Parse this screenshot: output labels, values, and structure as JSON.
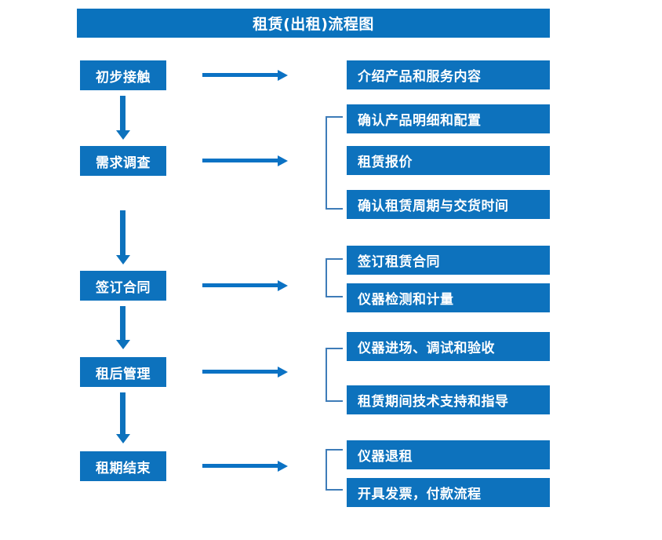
{
  "diagram": {
    "title": "租赁(出租)流程图",
    "theme": {
      "box_fill": "#0d72bd",
      "text_color": "#ffffff",
      "arrow_color": "#0b72c4",
      "bracket_color": "#3e7cb8",
      "background": "#ffffff"
    },
    "stages": [
      {
        "label": "初步接触"
      },
      {
        "label": "需求调查"
      },
      {
        "label": "签订合同"
      },
      {
        "label": "租后管理"
      },
      {
        "label": "租期结束"
      }
    ],
    "details": [
      {
        "label": "介绍产品和服务内容"
      },
      {
        "label": "确认产品明细和配置"
      },
      {
        "label": "租赁报价"
      },
      {
        "label": "确认租赁周期与交货时间"
      },
      {
        "label": "签订租赁合同"
      },
      {
        "label": "仪器检测和计量"
      },
      {
        "label": "仪器进场、调试和验收"
      },
      {
        "label": "租赁期间技术支持和指导"
      },
      {
        "label": "仪器退租"
      },
      {
        "label": "开具发票，付款流程"
      }
    ]
  }
}
